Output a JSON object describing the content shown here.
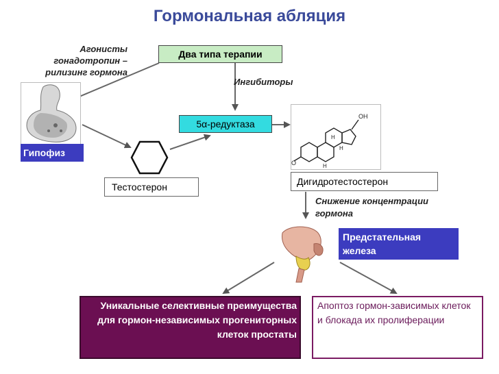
{
  "title": "Гормональная абляция",
  "nodes": {
    "therapy": "Два типа терапии",
    "agonists": "Агонисты гонадотропин – рилизинг гормона",
    "inhibitors": "Ингибиторы",
    "reductase": "5α-редуктаза",
    "pituitary": "Гипофиз",
    "testosterone": "Тестостерон",
    "dht": "Дигидротестостерон",
    "decrease": "Снижение концентрации гормона",
    "prostate": "Предстательная железа",
    "advantages": "Уникальные селективные преимущества для гормон-независимых прогениторных клеток простаты",
    "apoptosis": "Апоптоз гормон-зависимых клеток и блокада их пролиферации"
  },
  "images": {
    "pituitary": "pituitary-gland-illustration",
    "steroid": "dihydrotestosterone-structure",
    "prostate": "prostate-anatomy-illustration",
    "steroid_oh": "OH",
    "steroid_h": "H",
    "steroid_o": "O"
  },
  "colors": {
    "title": "#3a4a9a",
    "green_box": "#c8ecc4",
    "cyan_box": "#33dbe0",
    "blue_box": "#3c3cbf",
    "purple_box": "#6b0f52"
  }
}
